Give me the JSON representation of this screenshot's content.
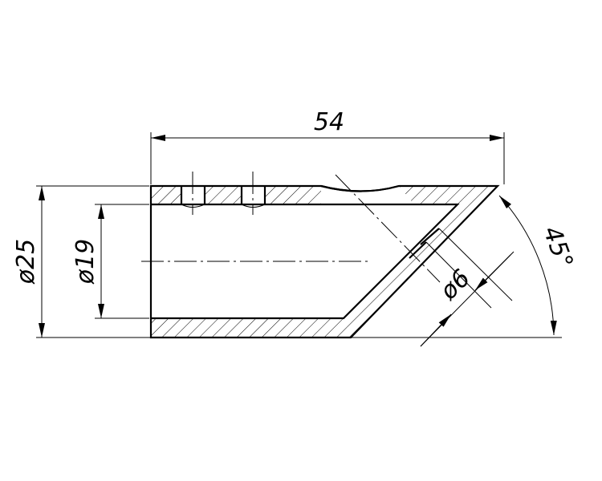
{
  "drawing": {
    "dimensions": {
      "length": "54",
      "outer_diameter": "ø25",
      "inner_diameter": "ø19",
      "hole_diameter": "ø6",
      "cut_angle": "45°"
    },
    "colors": {
      "line": "#000000",
      "background": "#ffffff"
    }
  }
}
